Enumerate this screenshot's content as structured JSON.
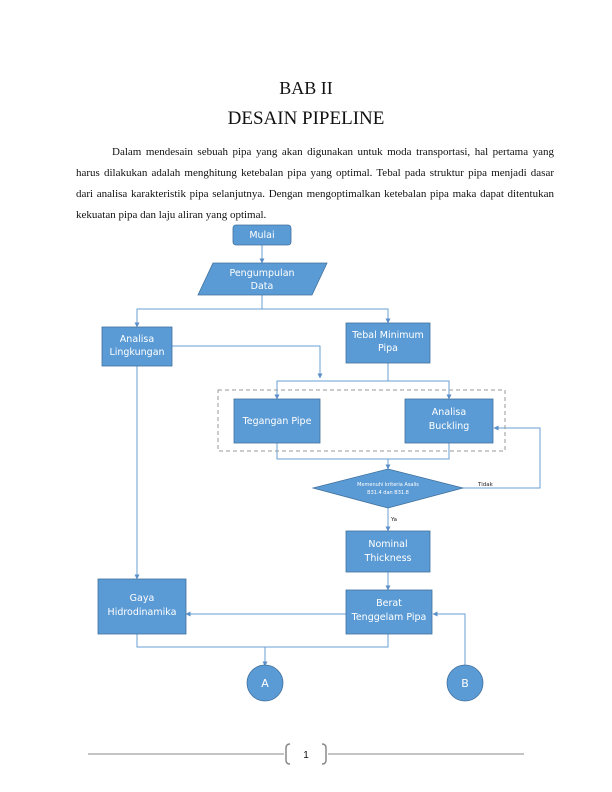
{
  "heading": {
    "chapter": "BAB II",
    "title": "DESAIN PIPELINE"
  },
  "paragraph": "Dalam mendesain sebuah pipa yang akan digunakan untuk moda transportasi, hal pertama yang harus dilakukan adalah menghitung ketebalan pipa yang optimal. Tebal pada struktur pipa menjadi dasar dari analisa karakteristik pipa selanjutnya. Dengan mengoptimalkan ketebalan pipa maka dapat ditentukan kekuatan pipa dan laju aliran yang optimal.",
  "flowchart": {
    "start": "Mulai",
    "data_line1": "Pengumpulan",
    "data_line2": "Data",
    "env_line1": "Analisa",
    "env_line2": "Lingkungan",
    "minthk_line1": "Tebal Minimum",
    "minthk_line2": "Pipa",
    "stress": "Tegangan Pipe",
    "buckling_line1": "Analisa",
    "buckling_line2": "Buckling",
    "decision_line1": "Memenuhi kriteria Asalis",
    "decision_line2": "B31.4 dan B31.8",
    "no_label": "Tidak",
    "yes_label": "Ya",
    "nominal_line1": "Nominal",
    "nominal_line2": "Thickness",
    "weight_line1": "Berat",
    "weight_line2": "Tenggelam Pipa",
    "hydro_line1": "Gaya",
    "hydro_line2": "Hidrodinamika",
    "connector_a": "A",
    "connector_b": "B"
  },
  "footer": {
    "page_number": "1"
  },
  "colors": {
    "box_fill": "#5b9bd5",
    "box_stroke": "#41719c",
    "line": "#6a9fd4"
  }
}
